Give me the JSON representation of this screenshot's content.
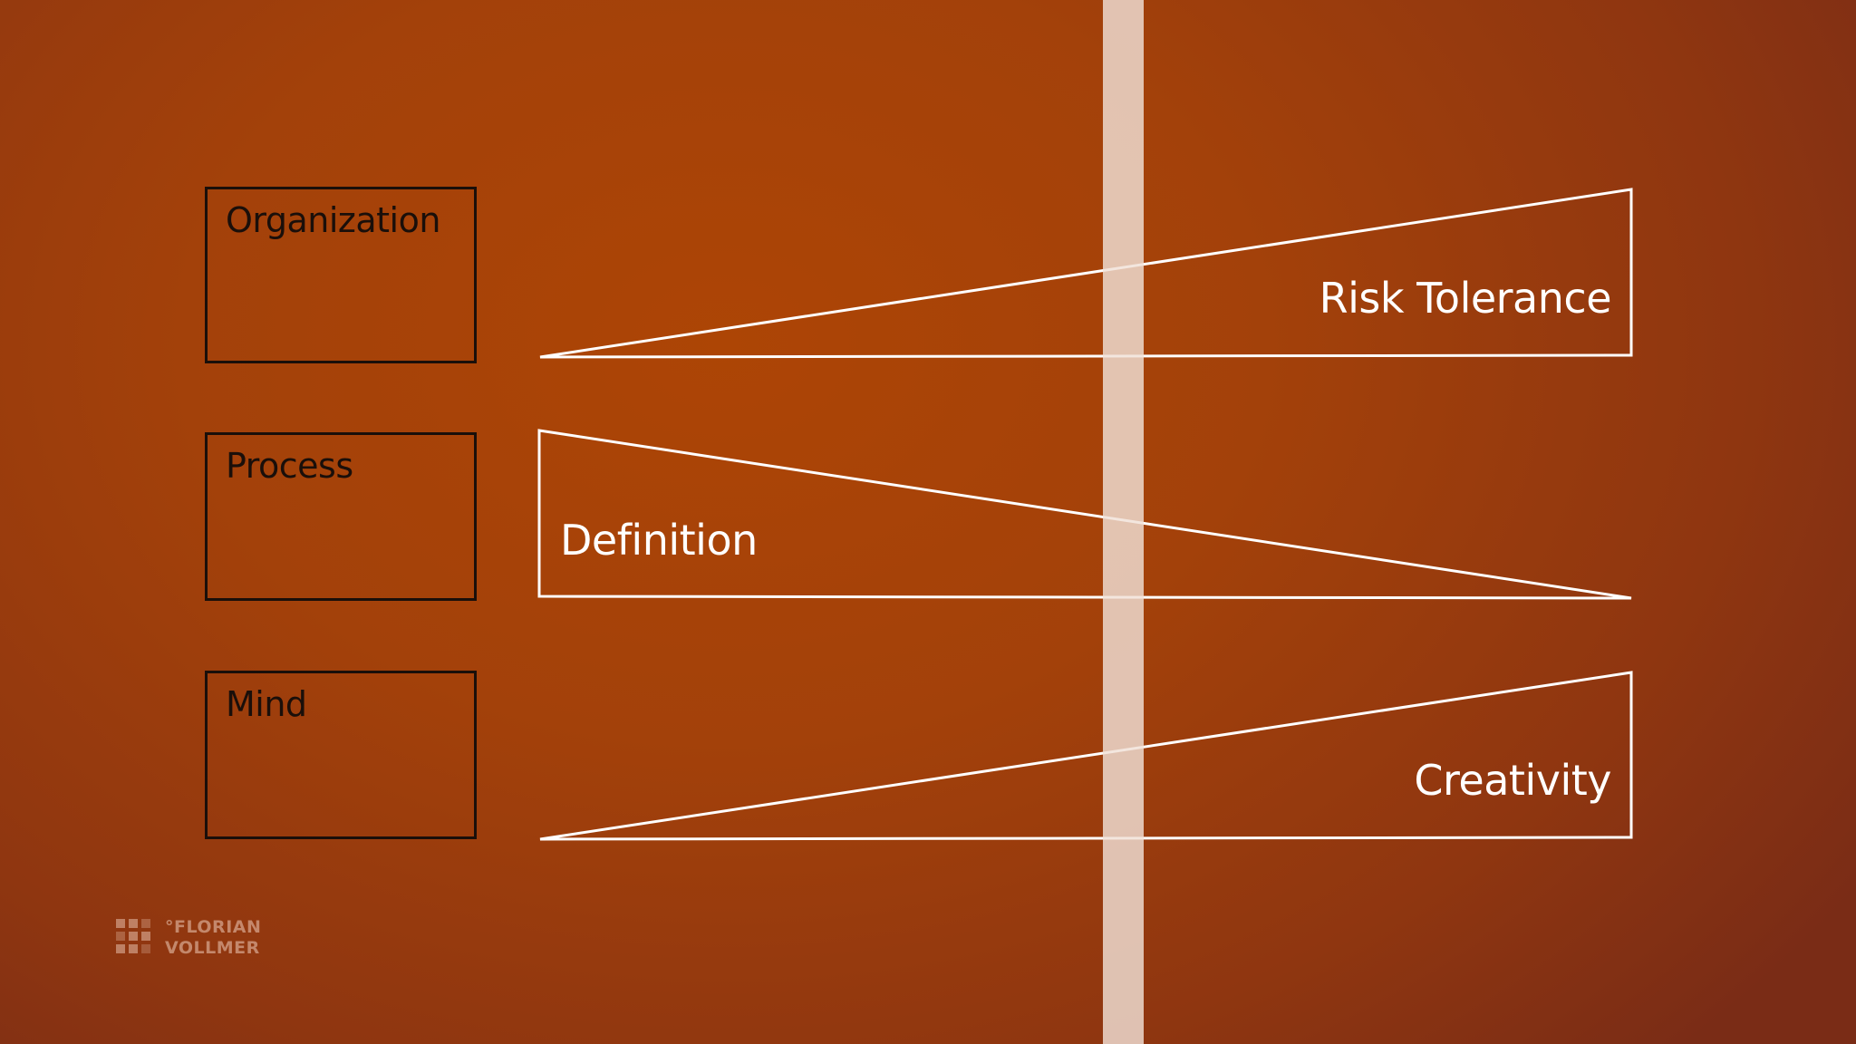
{
  "boxes": [
    {
      "label": "Organization"
    },
    {
      "label": "Process"
    },
    {
      "label": "Mind"
    }
  ],
  "wedges": [
    {
      "label": "Risk Tolerance",
      "direction": "increasing"
    },
    {
      "label": "Definition",
      "direction": "decreasing"
    },
    {
      "label": "Creativity",
      "direction": "increasing"
    }
  ],
  "logo": {
    "line1": "°FLORIAN",
    "line2": "VOLLMER"
  },
  "colors": {
    "background": "#a3410a",
    "box_border": "#1a0f0a",
    "wedge_stroke": "#ffffff",
    "divider": "#efe0d6"
  }
}
